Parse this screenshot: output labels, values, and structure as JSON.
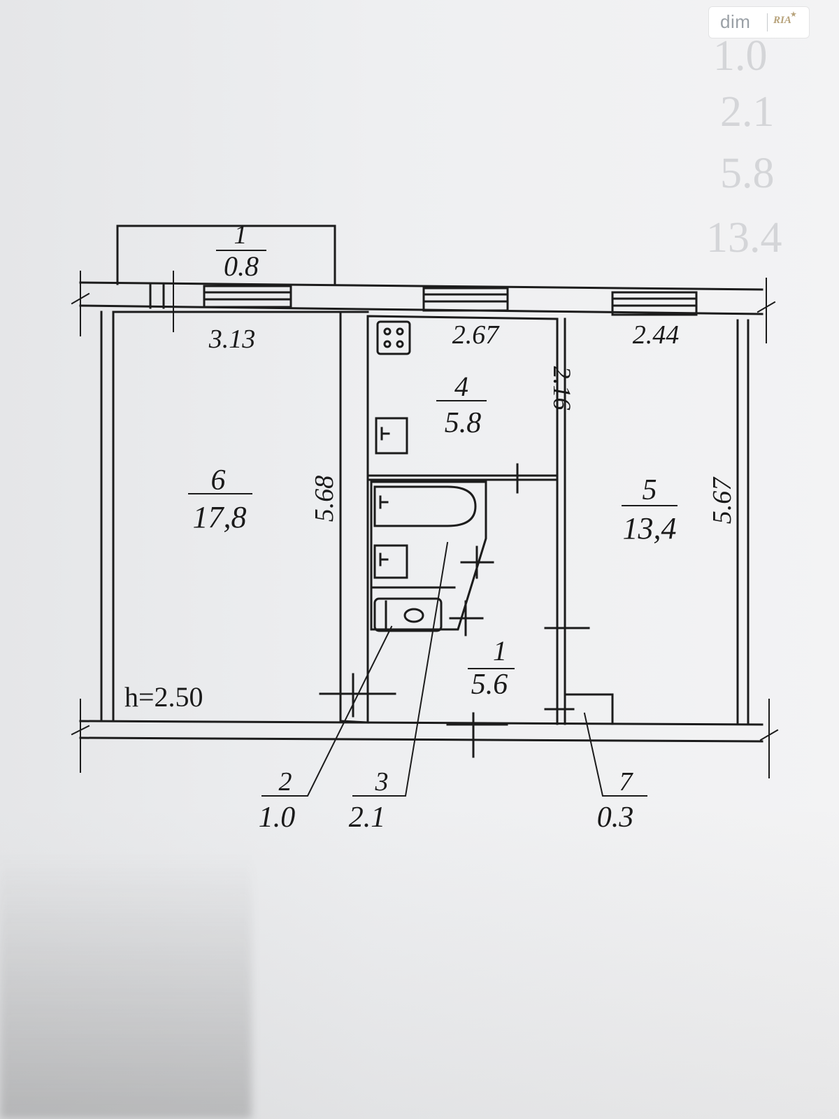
{
  "watermark": {
    "brand": "dim",
    "logo_text": "RIA"
  },
  "plan": {
    "ceiling_height": "h=2.50",
    "rooms": [
      {
        "id": "balcony",
        "number": "1",
        "area": "0.8"
      },
      {
        "id": "room6",
        "number": "6",
        "area": "17,8",
        "width": "3.13",
        "depth": "5.68"
      },
      {
        "id": "kitchen",
        "number": "4",
        "area": "5.8",
        "width": "2.67",
        "depth": "2.16"
      },
      {
        "id": "room5",
        "number": "5",
        "area": "13,4",
        "width": "2.44",
        "depth": "5.67"
      },
      {
        "id": "hall",
        "number": "1",
        "area": "5.6"
      },
      {
        "id": "wc",
        "number": "2",
        "area": "1.0"
      },
      {
        "id": "bath",
        "number": "3",
        "area": "2.1"
      },
      {
        "id": "closet",
        "number": "7",
        "area": "0.3"
      }
    ]
  },
  "background_ghost_text": [
    "1.0",
    "2.1",
    "5.8",
    "13.4"
  ]
}
